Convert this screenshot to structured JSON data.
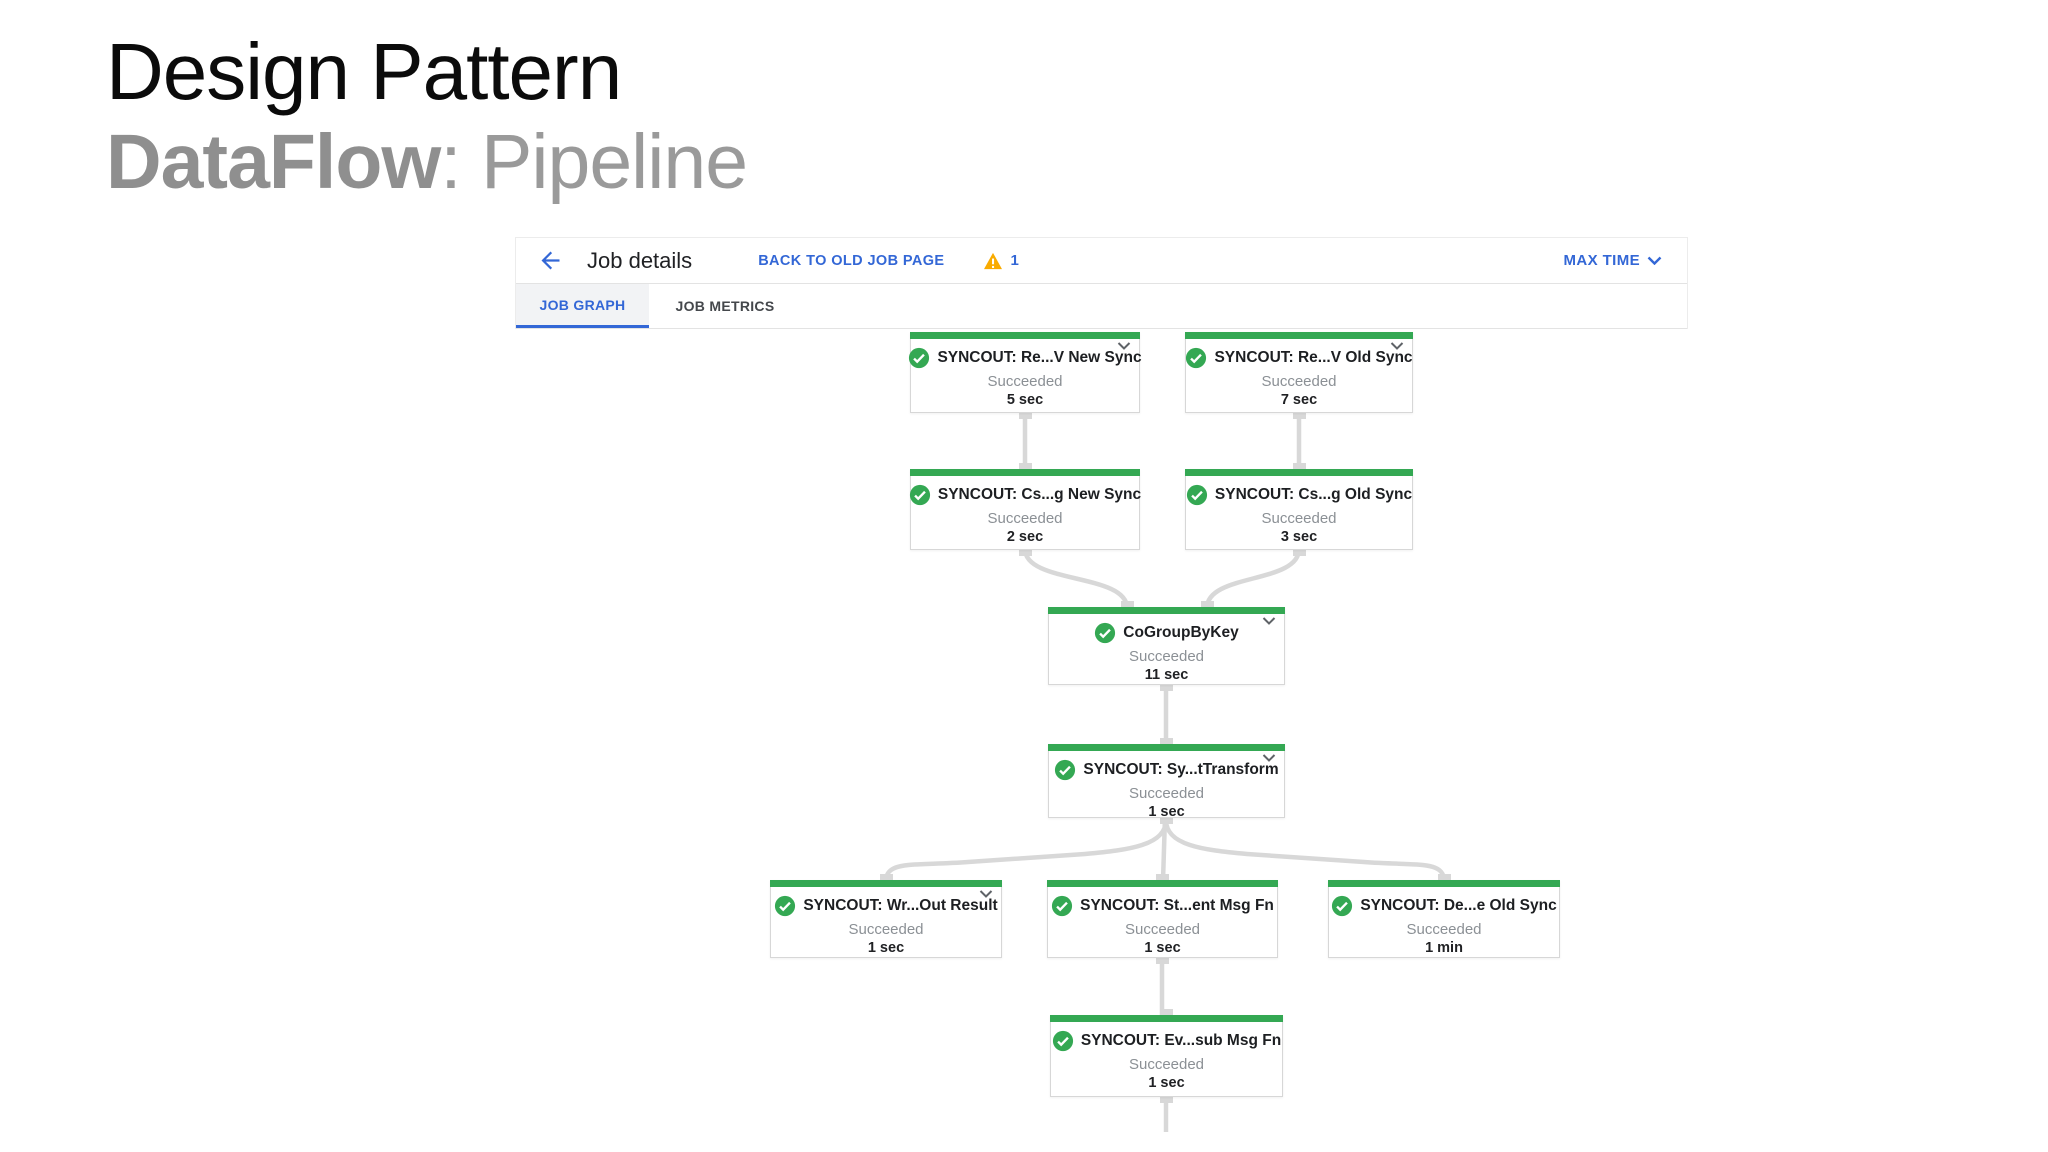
{
  "slide": {
    "title": "Design Pattern",
    "subtitle_bold": "DataFlow",
    "subtitle_rest": ": Pipeline"
  },
  "header": {
    "title": "Job details",
    "back_link": "BACK TO OLD JOB PAGE",
    "warning_count": "1",
    "time_selector": "MAX TIME"
  },
  "tabs": {
    "items": [
      {
        "label": "JOB GRAPH",
        "active": true
      },
      {
        "label": "JOB METRICS",
        "active": false
      }
    ]
  },
  "colors": {
    "accent_blue": "#3367d6",
    "success_green": "#34a853",
    "warning_amber": "#f9ab00",
    "edge_gray": "#d8d8d8"
  },
  "graph": {
    "nodes": [
      {
        "title": "SYNCOUT: Re...V New Sync",
        "status": "Succeeded",
        "duration": "5 sec",
        "chevron": true
      },
      {
        "title": "SYNCOUT: Re...V Old Sync",
        "status": "Succeeded",
        "duration": "7 sec",
        "chevron": true
      },
      {
        "title": "SYNCOUT: Cs...g New Sync",
        "status": "Succeeded",
        "duration": "2 sec",
        "chevron": false
      },
      {
        "title": "SYNCOUT: Cs...g Old Sync",
        "status": "Succeeded",
        "duration": "3 sec",
        "chevron": false
      },
      {
        "title": "CoGroupByKey",
        "status": "Succeeded",
        "duration": "11 sec",
        "chevron": true
      },
      {
        "title": "SYNCOUT: Sy...tTransform",
        "status": "Succeeded",
        "duration": "1 sec",
        "chevron": true
      },
      {
        "title": "SYNCOUT: Wr...Out Result",
        "status": "Succeeded",
        "duration": "1 sec",
        "chevron": true
      },
      {
        "title": "SYNCOUT: St...ent Msg Fn",
        "status": "Succeeded",
        "duration": "1 sec",
        "chevron": false
      },
      {
        "title": "SYNCOUT: De...e Old Sync",
        "status": "Succeeded",
        "duration": "1 min",
        "chevron": false
      },
      {
        "title": "SYNCOUT: Ev...sub Msg Fn",
        "status": "Succeeded",
        "duration": "1 sec",
        "chevron": false
      }
    ]
  }
}
